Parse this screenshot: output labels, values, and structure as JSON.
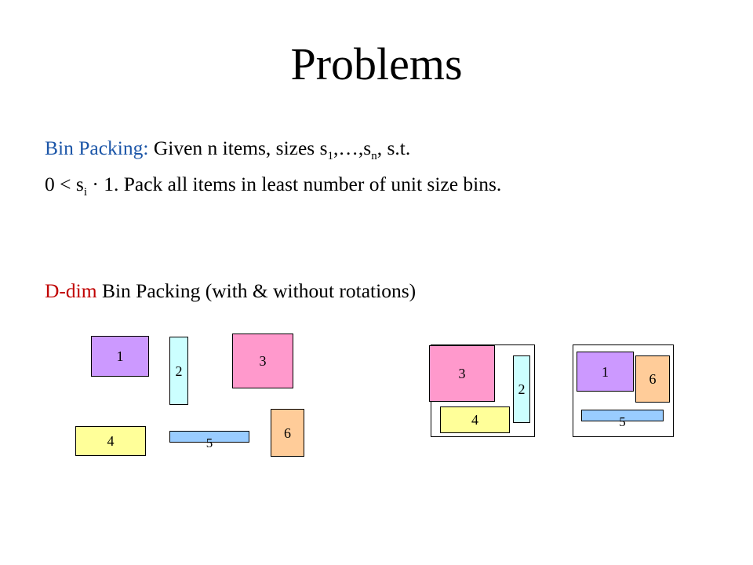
{
  "slide": {
    "title": "Problems",
    "bin_packing_label": "Bin Packing:",
    "bin_packing_given": "Given n items, sizes s",
    "sub_1": "1",
    "ellipsis": ",…,s",
    "sub_n": "n",
    "such_that": ",  s.t.",
    "line2_start": "0 < s",
    "sub_i": "i",
    "line2_end": " · 1. Pack all items in least number of  unit size bins.",
    "ddim_label": "D-dim",
    "ddim_rest": " Bin Packing  (with & without rotations)"
  },
  "items": [
    {
      "id": "1",
      "color": "#cc99ff"
    },
    {
      "id": "2",
      "color": "#ccffff"
    },
    {
      "id": "3",
      "color": "#ff99cc"
    },
    {
      "id": "4",
      "color": "#ffff99"
    },
    {
      "id": "5",
      "color": "#99ccff"
    },
    {
      "id": "6",
      "color": "#ffcc99"
    }
  ]
}
